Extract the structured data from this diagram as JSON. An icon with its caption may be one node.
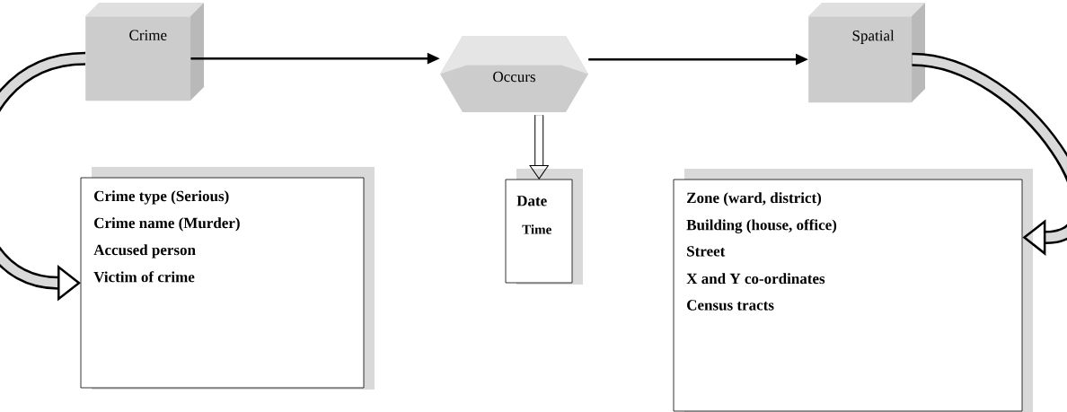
{
  "diagram": {
    "nodes": [
      {
        "text": [
          "Crime"
        ]
      },
      {
        "text": [
          "Occurs"
        ]
      },
      {
        "text": [
          "Spatial"
        ]
      },
      {
        "text": [
          "Crime type (Serious)",
          "Crime name (Murder)",
          "Accused person",
          "Victim of crime"
        ]
      },
      {
        "text": [
          "Date",
          "Time"
        ]
      },
      {
        "text": [
          "Zone (ward, district)",
          "Building (house, office)",
          "Street",
          "X and Y co-ordinates",
          "Census tracts"
        ]
      }
    ],
    "edges": [
      {
        "from": 0,
        "to": 1,
        "arrow": "to"
      },
      {
        "from": 1,
        "to": 2,
        "arrow": "to"
      },
      {
        "from": 1,
        "to": 4,
        "arrow": "to"
      },
      {
        "from": 0,
        "to": 3,
        "arrow": "to"
      },
      {
        "from": 2,
        "to": 5,
        "arrow": "to"
      }
    ]
  }
}
